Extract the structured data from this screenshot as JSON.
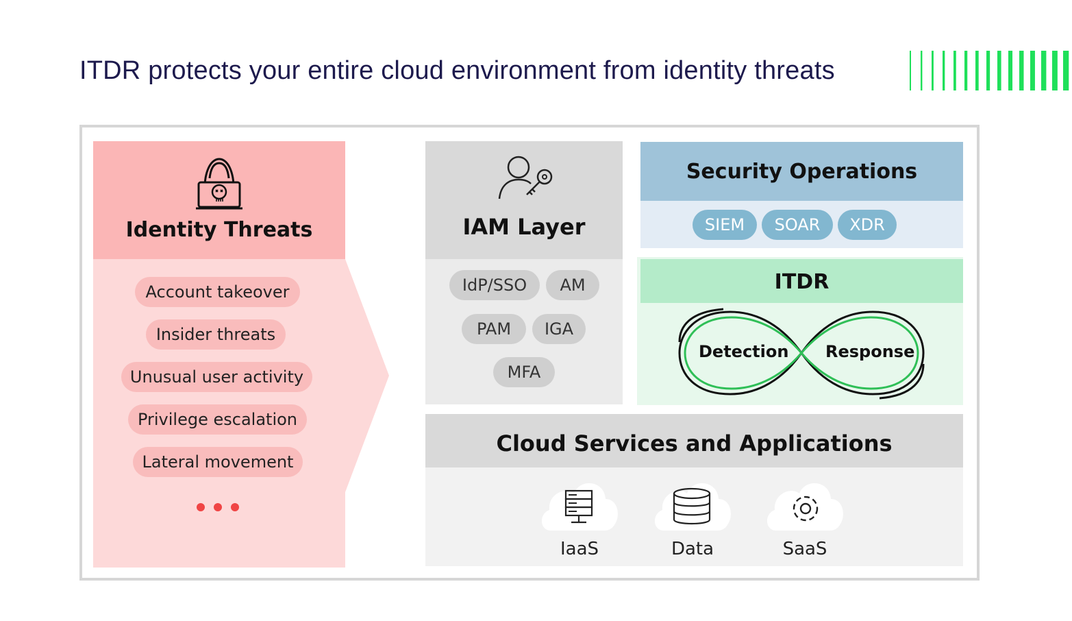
{
  "page": {
    "title": "ITDR protects your entire cloud environment from identity threats"
  },
  "colors": {
    "title_text": "#1d1a4d",
    "accent_green": "#1fe05a",
    "threat_header": "#fbb6b6",
    "threat_body": "#fdd9d9",
    "threat_pill": "#f9bcbc",
    "threat_dots": "#f04545",
    "iam_header": "#d9d9d9",
    "iam_body": "#ebebeb",
    "secops_header": "#9fc3d9",
    "secops_body": "#e3ecf5",
    "secops_pill": "#82b7d0",
    "itdr_header": "#b4ebc9",
    "itdr_body": "#e7f8ec",
    "itdr_loop": "#2fbf57"
  },
  "identity_threats": {
    "title": "Identity Threats",
    "icon": "hacker-laptop-icon",
    "items": [
      "Account takeover",
      "Insider threats",
      "Unusual user activity",
      "Privilege escalation",
      "Lateral movement"
    ],
    "more_icon": "ellipsis-dots-icon"
  },
  "iam_layer": {
    "title": "IAM Layer",
    "icon": "user-key-icon",
    "items": [
      "IdP/SSO",
      "AM",
      "PAM",
      "IGA",
      "MFA"
    ]
  },
  "security_operations": {
    "title": "Security Operations",
    "items": [
      "SIEM",
      "SOAR",
      "XDR"
    ]
  },
  "itdr": {
    "title": "ITDR",
    "loop_icon": "infinity-loop-icon",
    "left_label": "Detection",
    "right_label": "Response"
  },
  "cloud_services": {
    "title": "Cloud Services and Applications",
    "items": [
      {
        "label": "IaaS",
        "icon": "server-cloud-icon"
      },
      {
        "label": "Data",
        "icon": "database-cloud-icon"
      },
      {
        "label": "SaaS",
        "icon": "gear-cloud-icon"
      }
    ]
  }
}
